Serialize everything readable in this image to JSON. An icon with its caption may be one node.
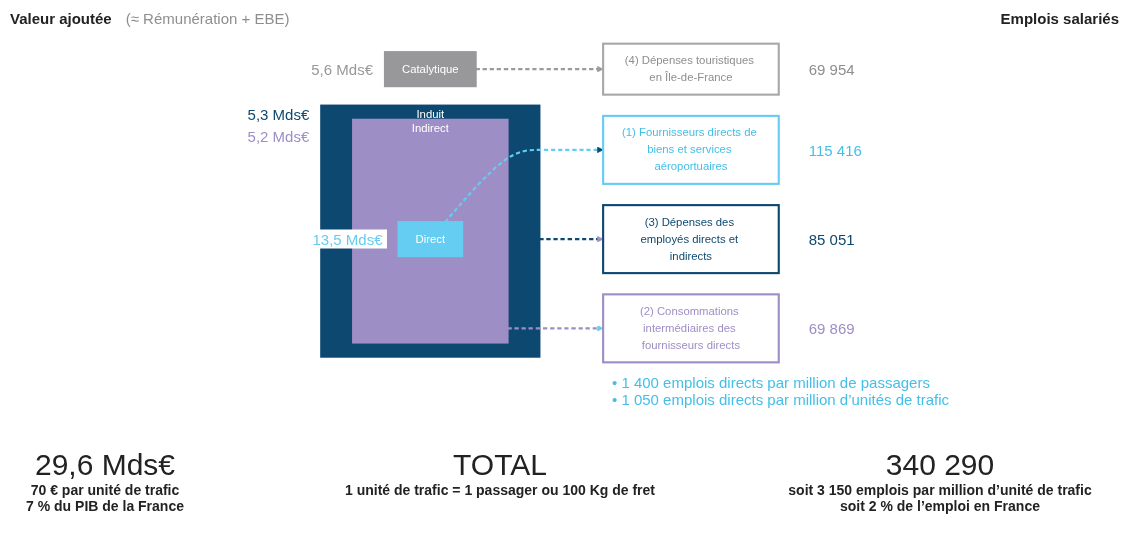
{
  "diagram": {
    "nodes": [
      {
        "text": [
          "Catalytique"
        ],
        "beside": [
          "5,6 Mds€"
        ]
      },
      {
        "text": [
          "Induit"
        ],
        "beside": [
          "5,3 Mds€"
        ]
      },
      {
        "text": [
          "Indirect"
        ],
        "in": 1,
        "beside": [
          "5,2 Mds€"
        ]
      },
      {
        "text": [
          "Direct"
        ],
        "in": 2,
        "beside": [
          "13,5 Mds€"
        ]
      },
      {
        "text": [
          "(4) Dépenses touristiques en Île-de-France"
        ],
        "beside": [
          "69 954"
        ]
      },
      {
        "text": [
          "(3) Dépenses des employés directs et indirects"
        ],
        "beside": [
          "85 051"
        ]
      },
      {
        "text": [
          "(2) Consommations intermédiaires des fournisseurs directs"
        ],
        "beside": [
          "69 869"
        ]
      },
      {
        "text": [
          "(1) Fournisseurs directs de biens et services aéroportuaires"
        ],
        "beside": [
          "115 416"
        ]
      }
    ],
    "edges": [
      {
        "from": 0,
        "to": 4,
        "arrow": "to",
        "style": "dashed",
        "color": "#9b9b9d"
      },
      {
        "from": 1,
        "to": 5,
        "arrow": "to",
        "style": "dashed",
        "color": "#0d4870"
      },
      {
        "from": 2,
        "to": 6,
        "arrow": "to",
        "style": "dashed",
        "color": "#9e8ec6"
      },
      {
        "from": 3,
        "to": 7,
        "arrow": "to",
        "style": "dashed",
        "color": "#66cdf2"
      }
    ],
    "labels": [
      "Valeur ajoutée",
      "(≈ Rémunération + EBE)",
      "Emplois salariés",
      "• 1 400 emplois directs par million de passagers",
      "• 1 050 emplois directs par million d’unités de trafic",
      "29,6 Mds€",
      "70 € par unité de trafic",
      "7 % du PIB de la France",
      "TOTAL",
      "1 unité de trafic = 1 passager ou 100 Kg de fret",
      "340 290",
      "soit 3 150 emplois par million d’unité de trafic",
      "soit 2 % de l’emploi en France"
    ]
  }
}
